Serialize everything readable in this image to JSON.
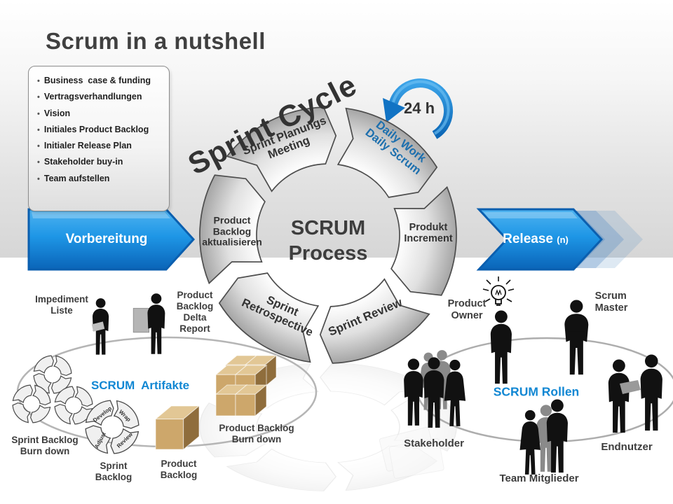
{
  "slide": {
    "title": "Scrum in a nutshell"
  },
  "colors": {
    "accent_blue": "#1187d3",
    "arrow_blue_light": "#4fb3f0",
    "arrow_blue_dark": "#0a64b8",
    "daily_text_blue": "#1c6fae",
    "text_dark": "#3d3d3d",
    "cube_front": "#cda76b",
    "cube_top": "#e2c795",
    "cube_side": "#8f6d3c"
  },
  "prep_box": {
    "items": [
      "Business  case & funding",
      "Vertragsverhandlungen",
      "Vision",
      "Initiales Product Backlog",
      "Initialer Release Plan",
      "Stakeholder buy-in",
      "Team aufstellen"
    ]
  },
  "flow": {
    "left_arrow": "Vorbereitung",
    "right_arrow": "Release",
    "right_arrow_suffix": "(n)"
  },
  "cycle": {
    "heading": "Sprint Cycle",
    "duration": "24 h",
    "center": {
      "line1": "SCRUM",
      "line2": "Process"
    },
    "segments": {
      "planning": {
        "lines": [
          "Sprint Planungs",
          "Meeting"
        ]
      },
      "daily": {
        "lines": [
          "Daily Work",
          "Daily Scrum"
        ]
      },
      "increment": {
        "lines": [
          "Produkt",
          "Increment"
        ]
      },
      "review": {
        "lines": [
          "Sprint Review"
        ]
      },
      "retrospective": {
        "lines": [
          "Sprint",
          "Retrospective"
        ]
      },
      "backlog_update": {
        "lines": [
          "Product",
          "Backlog",
          "aktualisieren"
        ]
      }
    }
  },
  "artifacts": {
    "heading": "SCRUM  Artifakte",
    "impediment": {
      "lines": [
        "Impediment",
        "Liste"
      ]
    },
    "delta_report": {
      "lines": [
        "Product",
        "Backlog",
        "Delta",
        "Report"
      ]
    },
    "sprint_burndown": {
      "lines": [
        "Sprint Backlog",
        "Burn down"
      ]
    },
    "sprint_backlog": {
      "lines": [
        "Sprint",
        "Backlog"
      ]
    },
    "product_backlog": {
      "lines": [
        "Product",
        "Backlog"
      ]
    },
    "product_burndown": {
      "lines": [
        "Product Backlog",
        "Burn down"
      ]
    },
    "mini_cycle": {
      "top_left": "Develop",
      "top_right": "Wrap",
      "bottom_right": "Review",
      "bottom_left": "Adjust"
    }
  },
  "roles": {
    "heading": "SCRUM Rollen",
    "product_owner": {
      "lines": [
        "Product",
        "Owner"
      ]
    },
    "scrum_master": {
      "lines": [
        "Scrum",
        "Master"
      ]
    },
    "stakeholder": "Stakeholder",
    "team": "Team Mitglieder",
    "endnutzer": "Endnutzer"
  }
}
